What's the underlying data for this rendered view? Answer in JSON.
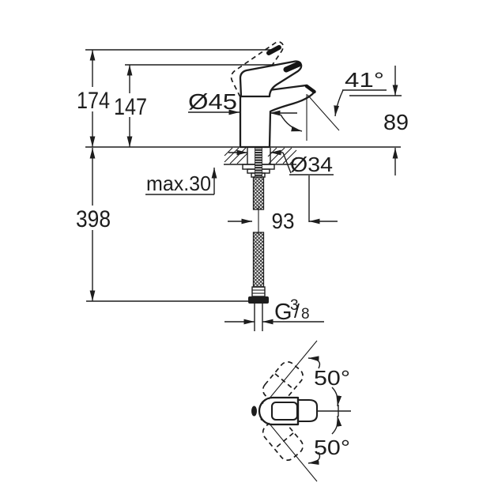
{
  "colors": {
    "ink": "#1d1d1d",
    "background": "#ffffff"
  },
  "front_view": {
    "overall_height_mm": "174",
    "height_to_spout_mm": "147",
    "body_diameter": "Ø45",
    "outlet_angle": "41°",
    "outlet_height_mm": "89",
    "mounting_hole_diameter": "Ø34",
    "max_deck_thickness": "max.30",
    "below_deck_length_mm": "398",
    "spout_projection_mm": "93",
    "thread": {
      "letter": "G",
      "numerator": "3",
      "slash": "/",
      "denominator": "8"
    }
  },
  "top_view": {
    "swivel_up": "50°",
    "swivel_down": "50°"
  }
}
